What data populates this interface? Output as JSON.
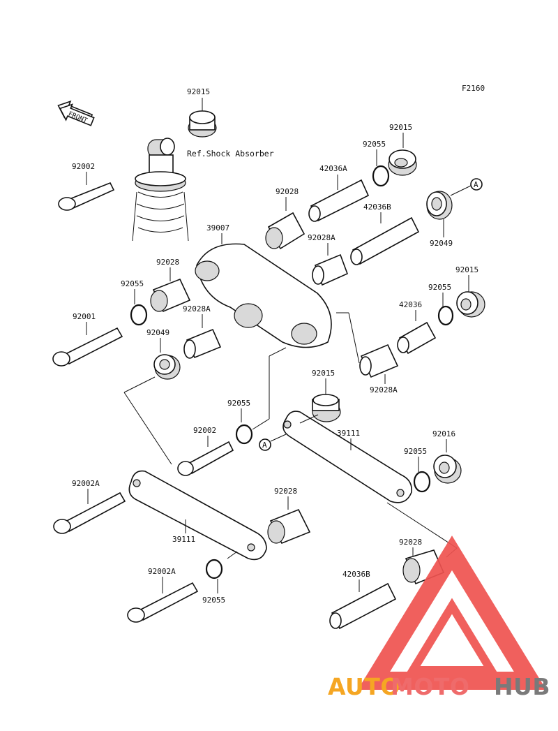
{
  "figure_code": "F2160",
  "front_label": "FRONT",
  "ref_note": "Ref.Shock Absorber",
  "callout_a": "A",
  "labels": {
    "n92015_top": "92015",
    "n92002_top": "92002",
    "n92015_right": "92015",
    "n92055_r1": "92055",
    "n42036a": "42036A",
    "n92028_mid": "92028",
    "n42036b_mid": "42036B",
    "n39007": "39007",
    "n92028a_mid": "92028A",
    "n92049_right": "92049",
    "n92028_left": "92028",
    "n92055_left": "92055",
    "n92028a_left": "92028A",
    "n92015_r2": "92015",
    "n92055_r2": "92055",
    "n42036": "42036",
    "n92001": "92001",
    "n92049_left": "92049",
    "n92028a_r": "92028A",
    "n92015_c": "92015",
    "n92055_c": "92055",
    "n92002_c": "92002",
    "n39111_r": "39111",
    "n92016": "92016",
    "n92055_r3": "92055",
    "n92002a_1": "92002A",
    "n92028_low": "92028",
    "n39111_l": "39111",
    "n92028_br": "92028",
    "n92002a_2": "92002A",
    "n42036b_low": "42036B",
    "n92055_low": "92055"
  },
  "watermark": {
    "part1": "AUTO",
    "part2": "MOTO",
    "part3": "HUB",
    "color1": "#f5a623",
    "color2": "#ef6b6b",
    "color3": "#7a7a7a",
    "triangle_color": "#ef5350"
  }
}
